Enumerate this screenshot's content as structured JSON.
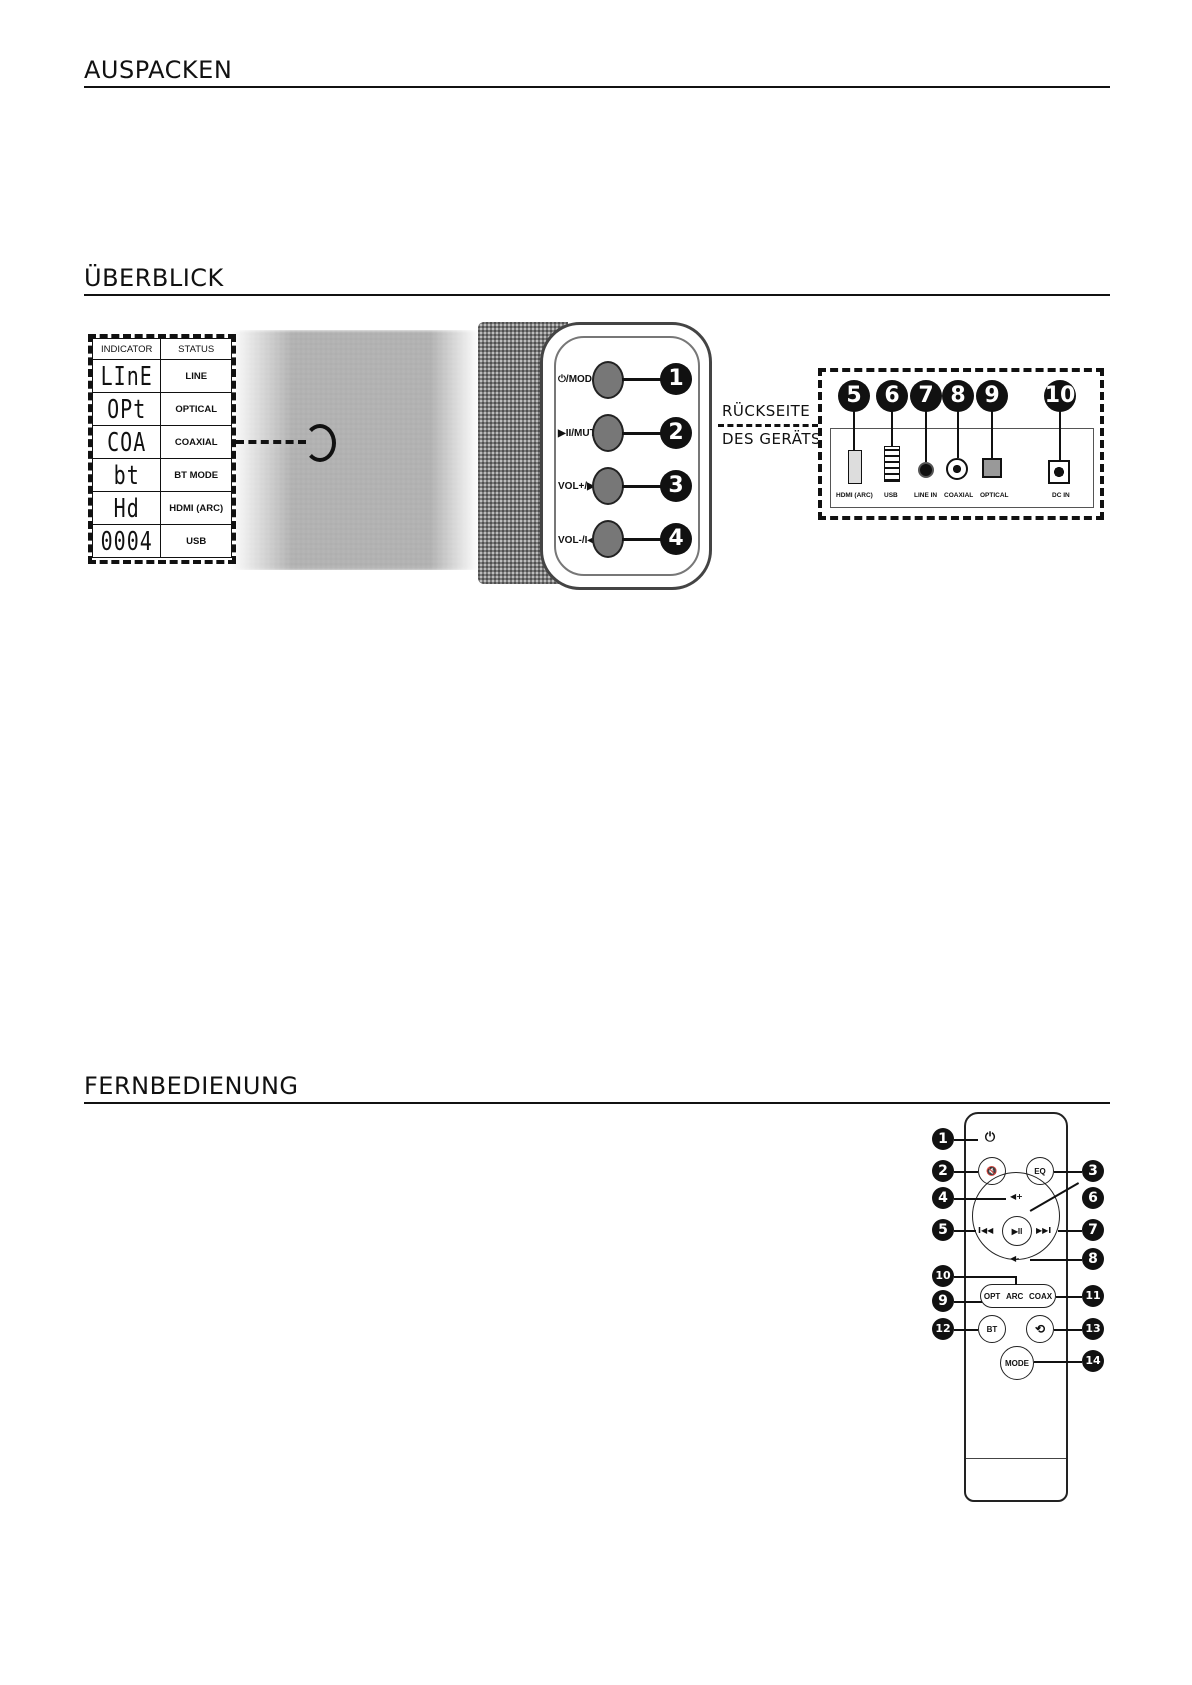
{
  "sections": {
    "unpack": "AUSPACKEN",
    "overview": "ÜBERBLICK",
    "remote": "FERNBEDIENUNG"
  },
  "indicator_table": {
    "header_indicator": "INDICATOR",
    "header_status": "STATUS",
    "rows": [
      {
        "display": "LInE",
        "status": "LINE"
      },
      {
        "display": "OPt",
        "status": "OPTICAL"
      },
      {
        "display": "COA",
        "status": "COAXIAL"
      },
      {
        "display": "bt",
        "status": "BT MODE"
      },
      {
        "display": "Hd",
        "status": "HDMI (ARC)"
      },
      {
        "display": "0004",
        "status": "USB"
      }
    ]
  },
  "control_panel": {
    "buttons": [
      {
        "label": "⏻/MODE",
        "number": "1"
      },
      {
        "label": "▶II/MUTE",
        "number": "2"
      },
      {
        "label": "VOL+/▶▶I",
        "number": "3"
      },
      {
        "label": "VOL-/I◀◀",
        "number": "4"
      }
    ]
  },
  "rear": {
    "label_line1": "RÜCKSEITE",
    "label_line2": "DES GERÄTS",
    "ports": [
      {
        "number": "5",
        "label": "HDMI (ARC)"
      },
      {
        "number": "6",
        "label": "USB"
      },
      {
        "number": "7",
        "label": "LINE IN"
      },
      {
        "number": "8",
        "label": "COAXIAL"
      },
      {
        "number": "9",
        "label": "OPTICAL"
      },
      {
        "number": "10",
        "label": "DC IN"
      }
    ]
  },
  "remote_control": {
    "power_symbol": "⏻",
    "mute_symbol": "🔇",
    "eq": "EQ",
    "vol_up": "◀+",
    "vol_down": "◀-",
    "prev": "I◀◀",
    "next": "▶▶I",
    "play": "▶II",
    "opt": "OPT",
    "arc": "ARC",
    "coax": "COAX",
    "bt": "BT",
    "repeat": "⟲",
    "mode": "MODE",
    "callouts": [
      "1",
      "2",
      "3",
      "4",
      "5",
      "6",
      "7",
      "8",
      "9",
      "10",
      "11",
      "12",
      "13",
      "14"
    ]
  }
}
